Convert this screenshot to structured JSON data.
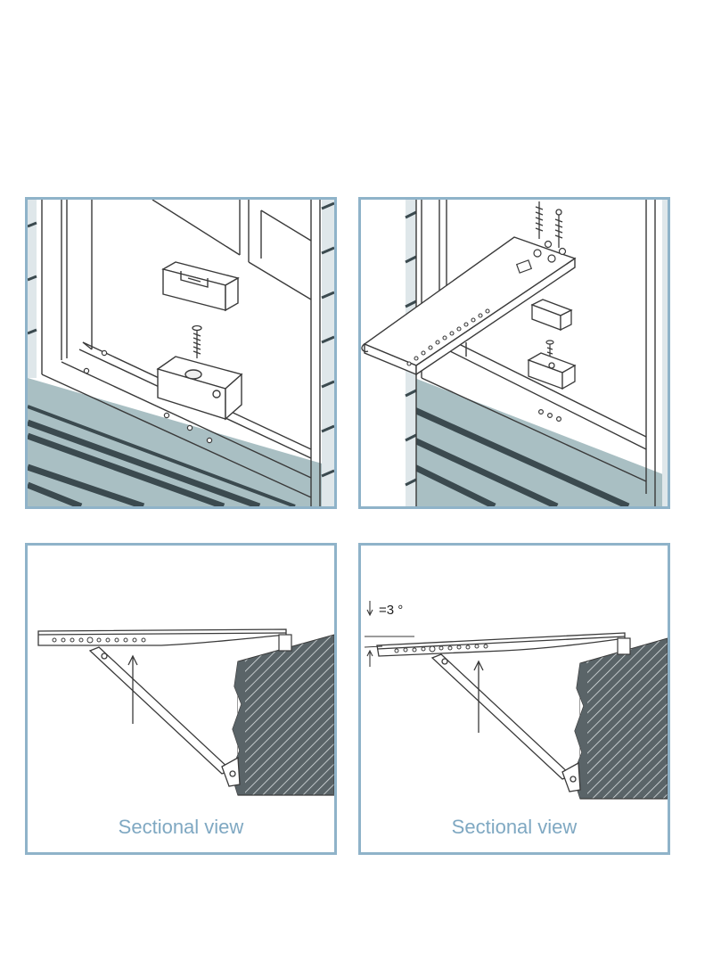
{
  "panels": [
    {
      "id": "panel-1",
      "caption": ""
    },
    {
      "id": "panel-2",
      "caption": ""
    },
    {
      "id": "panel-3",
      "caption": "Sectional view"
    },
    {
      "id": "panel-4",
      "caption": "Sectional view",
      "angle_label": "=3 °"
    }
  ],
  "colors": {
    "frame_border": "#8fb3c9",
    "wall_fill": "#a9bfc3",
    "siding_dark": "#3b4a4f",
    "caption_text": "#7fa8c2",
    "line_art": "#3a3a3a"
  }
}
